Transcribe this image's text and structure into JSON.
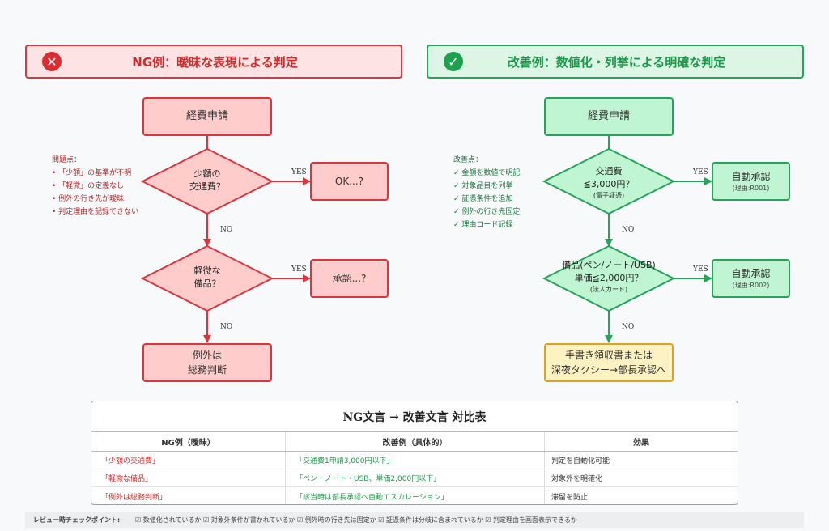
{
  "ng_banner": {
    "title": "NG例：曖昧な表現による判定",
    "icon": "x-circle-icon"
  },
  "ok_banner": {
    "title": "改善例：数値化・列挙による明確な判定",
    "icon": "check-circle-icon"
  },
  "ng_flow": {
    "start": "経費申請",
    "decision1": [
      "少額の",
      "交通費？"
    ],
    "result1": "OK...?",
    "decision2": [
      "軽微な",
      "備品？"
    ],
    "result2": "承認...?",
    "end": [
      "例外は",
      "総務判断"
    ],
    "yes": "YES",
    "no": "NO",
    "notes_title": "問題点：",
    "notes": [
      "• 「少額」の基準が不明",
      "• 「軽微」の定義なし",
      "• 例外の行き先が曖昧",
      "• 判定理由を記録できない"
    ]
  },
  "ok_flow": {
    "start": "経費申請",
    "decision1": [
      "交通費",
      "≦3,000円？"
    ],
    "decision1_sub": "(電子証憑)",
    "result1": "自動承認",
    "result1_sub": "(理由:R001)",
    "decision2": [
      "備品(ペン/ノート/USB)",
      "単価≦2,000円？"
    ],
    "decision2_sub": "(法人カード)",
    "result2": "自動承認",
    "result2_sub": "(理由:R002)",
    "end": [
      "手書き領収書または",
      "深夜タクシー→部長承認へ"
    ],
    "yes": "YES",
    "no": "NO",
    "notes_title": "改善点：",
    "notes": [
      "✓ 金額を数値で明記",
      "✓ 対象品目を列挙",
      "✓ 証憑条件を追加",
      "✓ 例外の行き先固定",
      "✓ 理由コード記録"
    ]
  },
  "table": {
    "title": "NG文言 → 改善文言 対比表",
    "headers": [
      "NG例（曖昧）",
      "改善例（具体的）",
      "効果"
    ],
    "rows": [
      [
        "「少額の交通費」",
        "「交通費1申請3,000円以下」",
        "判定を自動化可能"
      ],
      [
        "「軽微な備品」",
        "「ペン・ノート・USB、単価2,000円以下」",
        "対象外を明確化"
      ],
      [
        "「例外は総務判断」",
        "「該当時は部長承認へ自動エスカレーション」",
        "滞留を防止"
      ]
    ]
  },
  "checkpoints": {
    "label": "レビュー時チェックポイント:",
    "text": "☑ 数値化されているか ☑ 対象外条件が書かれているか ☑ 例外時の行き先は固定か ☑ 証憑条件は分岐に含まれているか ☑ 判定理由を画面表示できるか"
  },
  "colors": {
    "ng_accent": "#d9363e",
    "ok_accent": "#27a35a",
    "ng_fill": "#ffcccc",
    "ok_fill": "#bff5d3",
    "exception_fill": "#fff2c2"
  }
}
